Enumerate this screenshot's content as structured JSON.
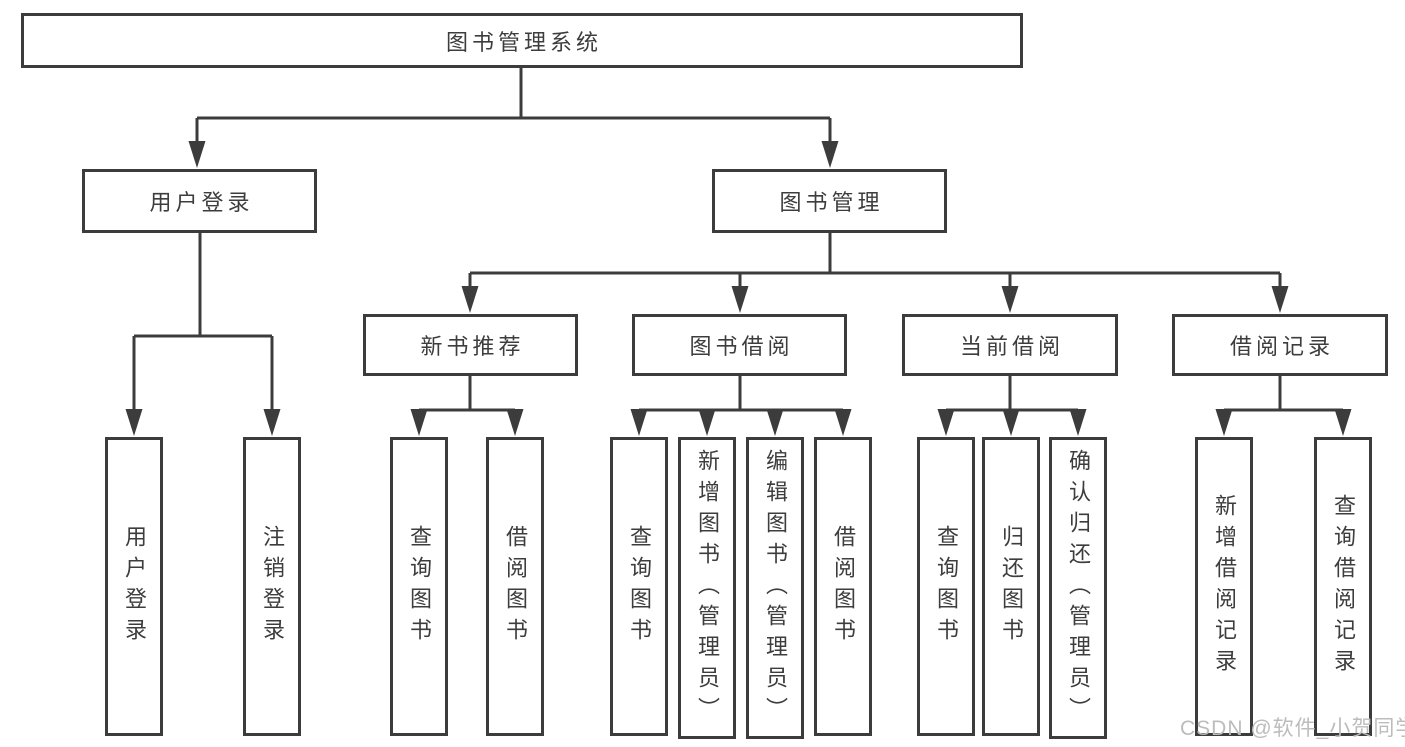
{
  "diagram": {
    "type": "hierarchy-tree",
    "colors": {
      "line": "#3c3c3c",
      "node_border": "#3c3c3c",
      "node_background": "#ffffff",
      "text": "#3d3d3d",
      "watermark": "#bcbcbc"
    },
    "tree": {
      "root": {
        "label": "图书管理系统",
        "children": [
          {
            "label": "用户登录",
            "children": [
              {
                "label": "用户登录"
              },
              {
                "label": "注销登录"
              }
            ]
          },
          {
            "label": "图书管理",
            "children": [
              {
                "label": "新书推荐",
                "children": [
                  {
                    "label": "查询图书"
                  },
                  {
                    "label": "借阅图书"
                  }
                ]
              },
              {
                "label": "图书借阅",
                "children": [
                  {
                    "label": "查询图书"
                  },
                  {
                    "label": "新增图书（管理员）"
                  },
                  {
                    "label": "编辑图书（管理员）"
                  },
                  {
                    "label": "借阅图书"
                  }
                ]
              },
              {
                "label": "当前借阅",
                "children": [
                  {
                    "label": "查询图书"
                  },
                  {
                    "label": "归还图书"
                  },
                  {
                    "label": "确认归还（管理员）"
                  }
                ]
              },
              {
                "label": "借阅记录",
                "children": [
                  {
                    "label": "新增借阅记录"
                  },
                  {
                    "label": "查询借阅记录"
                  }
                ]
              }
            ]
          }
        ]
      }
    },
    "watermark": "CSDN @软件_小贺同学"
  }
}
